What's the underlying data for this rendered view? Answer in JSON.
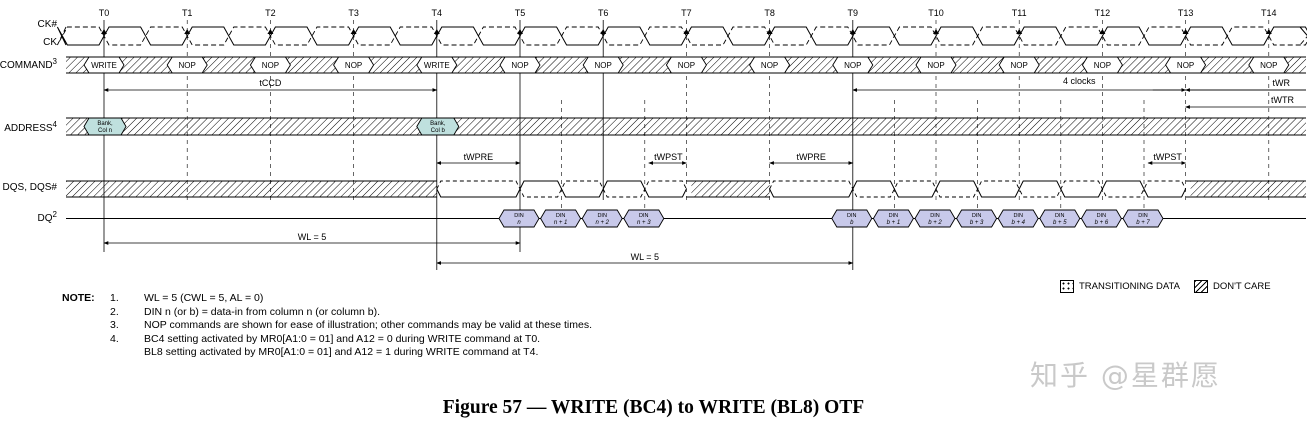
{
  "diagram": {
    "clock_labels": [
      "T0",
      "T1",
      "T2",
      "T3",
      "T4",
      "T5",
      "T6",
      "T7",
      "T8",
      "T9",
      "T10",
      "T11",
      "T12",
      "T13",
      "T14"
    ],
    "signals": {
      "ck_bar": "CK#",
      "ck": "CK",
      "command": "COMMAND",
      "command_sup": "3",
      "address": "ADDRESS",
      "address_sup": "4",
      "dqs": "DQS, DQS#",
      "dq": "DQ",
      "dq_sup": "2"
    },
    "commands": [
      "WRITE",
      "NOP",
      "NOP",
      "NOP",
      "WRITE",
      "NOP",
      "NOP",
      "NOP",
      "NOP",
      "NOP",
      "NOP",
      "NOP",
      "NOP",
      "NOP",
      "NOP"
    ],
    "address_boxes": [
      {
        "line1": "Bank,",
        "line2": "Col n"
      },
      {
        "line1": "Bank,",
        "line2": "Col b"
      }
    ],
    "dq_bursts": [
      {
        "prefix": "n",
        "labels": [
          "n",
          "n + 1",
          "n + 2",
          "n + 3"
        ]
      },
      {
        "prefix": "b",
        "labels": [
          "b",
          "b + 1",
          "b + 2",
          "b + 3",
          "b + 4",
          "b + 5",
          "b + 6",
          "b + 7"
        ]
      }
    ],
    "din_label": "DIN",
    "timing": {
      "tccd": "tCCD",
      "four_clocks": "4 clocks",
      "twr": "tWR",
      "twtr": "tWTR",
      "twpre": "tWPRE",
      "twpst": "tWPST",
      "wl": "WL = 5"
    },
    "colors": {
      "address_box": "#bfe0de",
      "dq_box": "#c8c9ea"
    }
  },
  "notes": {
    "heading": "NOTE:",
    "items": [
      {
        "num": "1.",
        "text": "WL = 5 (CWL = 5, AL = 0)"
      },
      {
        "num": "2.",
        "text": "DIN n (or b)  = data-in from column n (or column b)."
      },
      {
        "num": "3.",
        "text": "NOP commands are shown for ease of illustration; other commands may be valid at these times."
      },
      {
        "num": "4.",
        "text": "BC4 setting activated by MR0[A1:0 = 01] and A12 = 0 during WRITE command at T0."
      },
      {
        "num": "",
        "text": "BL8 setting activated by MR0[A1:0 = 01] and A12 = 1 during WRITE command at T4."
      }
    ]
  },
  "legend": {
    "transitioning": "TRANSITIONING DATA",
    "dont_care": "DON'T CARE"
  },
  "caption": "Figure 57 — WRITE (BC4) to WRITE (BL8) OTF",
  "watermark": "知乎 @星群愿"
}
